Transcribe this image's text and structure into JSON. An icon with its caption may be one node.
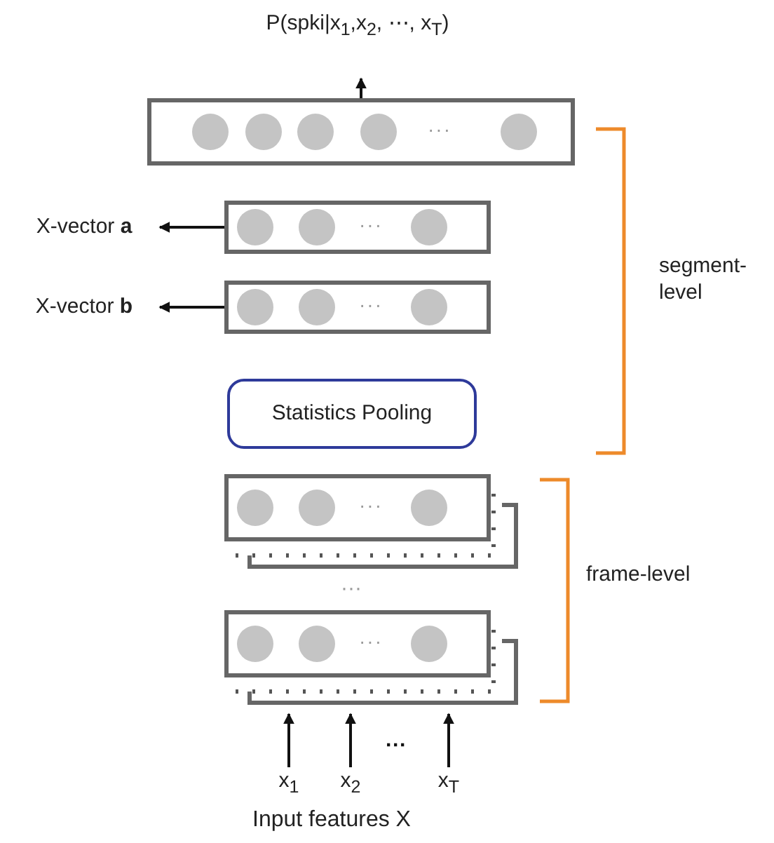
{
  "diagram": {
    "nodes": [
      {
        "text": [
          "P(spki|x$_{1}$,x$_{2}$, ⋯, x$_{T}$)"
        ]
      },
      {
        "text": [
          "···"
        ]
      },
      {
        "text": [
          "X-vector **a**"
        ]
      },
      {
        "text": [
          "···"
        ]
      },
      {
        "text": [
          "X-vector **b**"
        ]
      },
      {
        "text": [
          "···"
        ]
      },
      {
        "text": [
          "Statistics Pooling"
        ]
      },
      {
        "text": [
          "···"
        ]
      },
      {
        "text": [
          "···"
        ]
      },
      {
        "text": [
          "x$_{1}$"
        ]
      },
      {
        "text": [
          "x$_{2}$"
        ]
      },
      {
        "text": [
          "x$_{T}$"
        ]
      }
    ],
    "edges": [
      {
        "from": 1,
        "to": 0,
        "arrow": "to"
      },
      {
        "from": 3,
        "to": 2,
        "arrow": "to"
      },
      {
        "from": 5,
        "to": 4,
        "arrow": "to"
      },
      {
        "from": 9,
        "to": 8,
        "arrow": "to"
      },
      {
        "from": 10,
        "to": 8,
        "arrow": "to"
      },
      {
        "from": 11,
        "to": 8,
        "arrow": "to"
      }
    ],
    "labels": [
      "segment-level",
      "frame-level",
      "···",
      "···",
      "Input features X"
    ]
  }
}
